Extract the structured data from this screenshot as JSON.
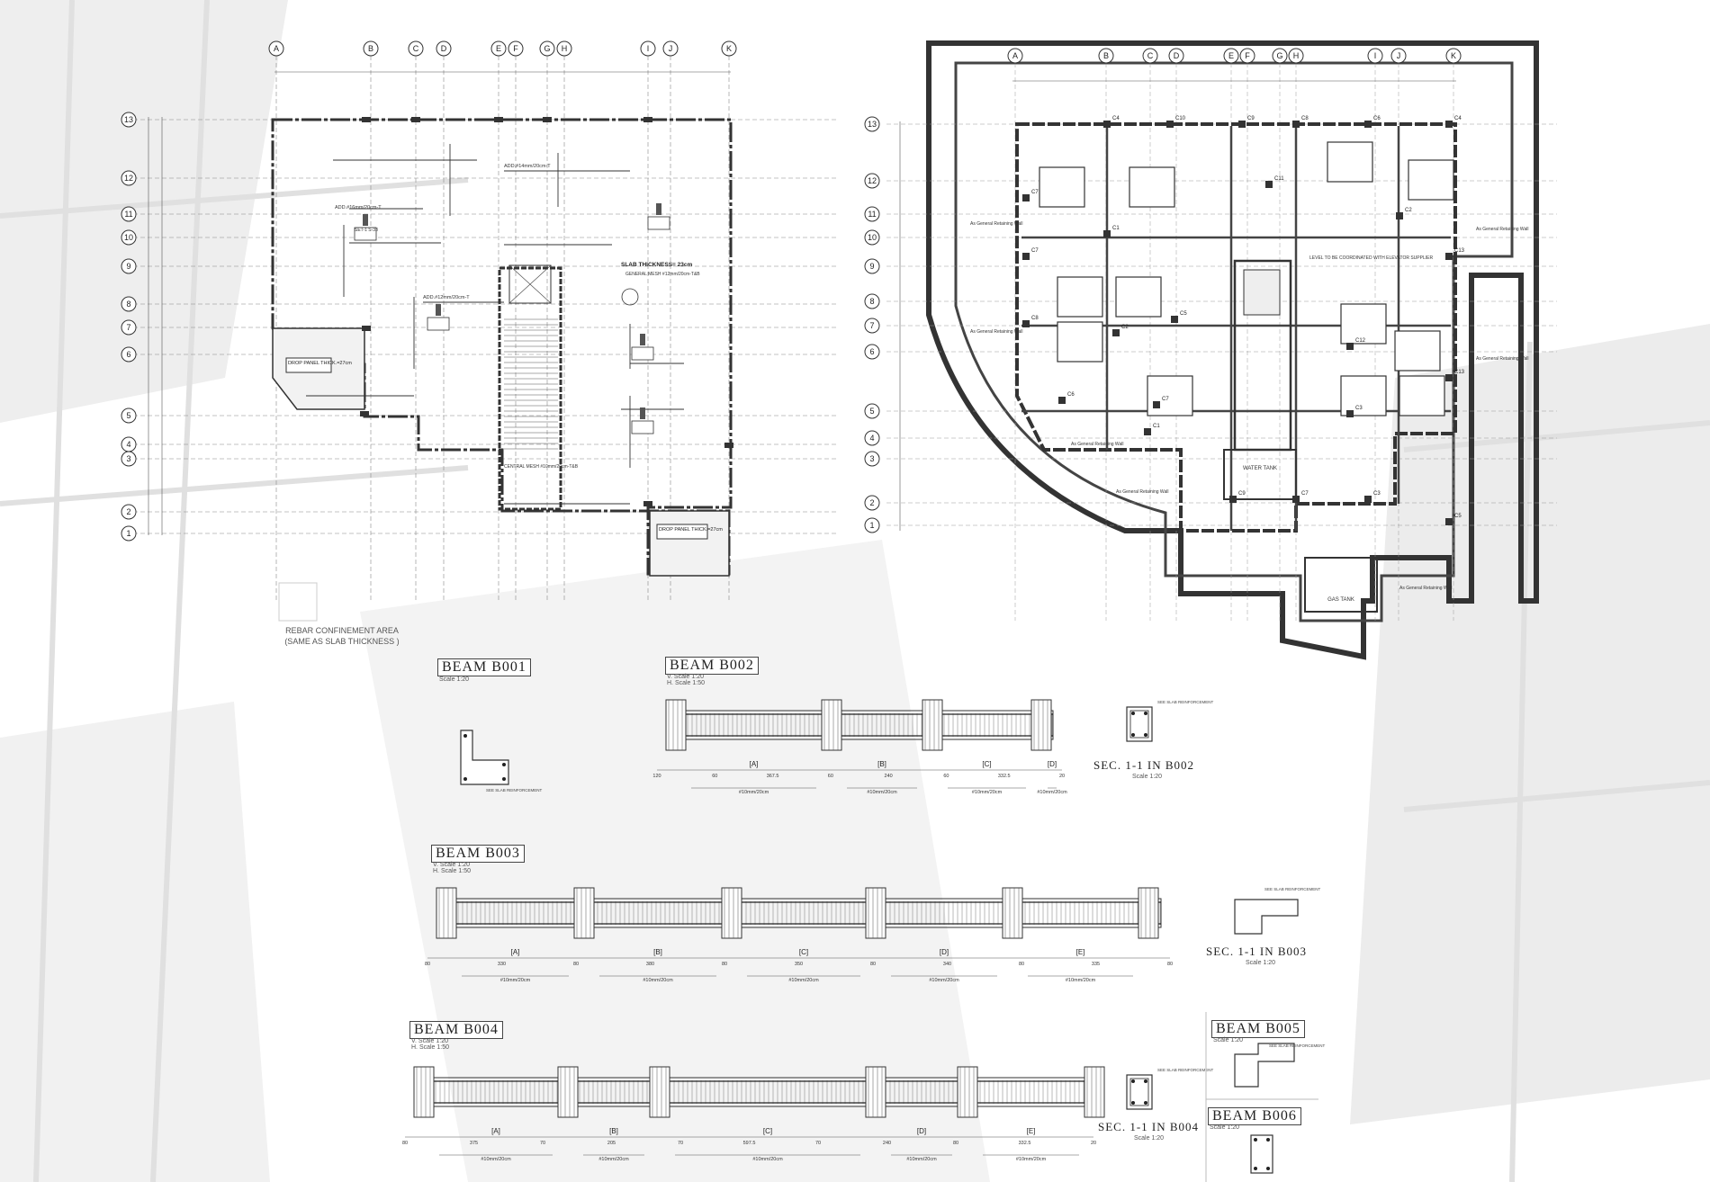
{
  "drawing": {
    "grid_columns": [
      "A",
      "B",
      "C",
      "D",
      "E",
      "F",
      "G",
      "H",
      "I",
      "J",
      "K"
    ],
    "grid_rows": [
      "13",
      "12",
      "11",
      "10",
      "9",
      "8",
      "7",
      "6",
      "5",
      "4",
      "3",
      "2",
      "1"
    ],
    "plan1": {
      "drop_panel_1": "DROP PANEL THICK.=27cm",
      "drop_panel_2": "DROP PANEL THICK.=27cm",
      "slab_thickness": "SLAB THICKNESS= 23cm",
      "general_mesh": "GENERAL MESH #12mm/20cm-T&B",
      "central_mesh": "CENTRAL MESH #10mm/20cm-T&B",
      "add_label_1": "ADD.#14mm/20cm-T",
      "add_label_2": "ADD.#16mm/20cm-T",
      "add_label_3": "ADD.#12mm/20cm-T",
      "set_label": "SET-1 S-33",
      "confinement_1": "REBAR CONFINEMENT AREA",
      "confinement_2": "(SAME AS SLAB THICKNESS )"
    },
    "plan2": {
      "retaining_wall": "As General Retaining Wall",
      "water_tank": "WATER TANK",
      "gas_tank": "GAS TANK",
      "elevator_note": "LEVEL TO BE COORDINATED WITH ELEVATOR SUPPLIER",
      "columns": [
        "C1",
        "C2",
        "C3",
        "C4",
        "C5",
        "C6",
        "C7",
        "C8",
        "C9",
        "C10",
        "C11",
        "C12",
        "C13"
      ]
    },
    "beams": {
      "b001": {
        "title": "BEAM B001",
        "scale": "Scale 1:20"
      },
      "b002": {
        "title": "BEAM B002",
        "scale_v": "V. Scale 1:20",
        "scale_h": "H. Scale 1:50",
        "spans": [
          "[A]",
          "[B]",
          "[C]",
          "[D]"
        ],
        "dims": [
          "120",
          "60",
          "367.5",
          "60",
          "240",
          "60",
          "332.5",
          "20"
        ],
        "stirrups": "#10mm/20cm",
        "sec_title": "SEC. 1-1 IN B002",
        "sec_scale": "Scale 1:20"
      },
      "b003": {
        "title": "BEAM B003",
        "scale_v": "V. Scale 1:20",
        "scale_h": "H. Scale 1:50",
        "spans": [
          "[A]",
          "[B]",
          "[C]",
          "[D]",
          "[E]"
        ],
        "dims": [
          "80",
          "330",
          "80",
          "380",
          "80",
          "350",
          "80",
          "340",
          "80",
          "335",
          "80"
        ],
        "stirrups": "#10mm/20cm",
        "sec_title": "SEC. 1-1 IN B003",
        "sec_scale": "Scale 1:20"
      },
      "b004": {
        "title": "BEAM B004",
        "scale_v": "V. Scale 1:20",
        "scale_h": "H. Scale 1:50",
        "spans": [
          "[A]",
          "[B]",
          "[C]",
          "[D]",
          "[E]"
        ],
        "dims": [
          "80",
          "375",
          "70",
          "205",
          "70",
          "597.5",
          "70",
          "240",
          "80",
          "332.5",
          "20"
        ],
        "stirrups": "#10mm/20cm",
        "sec_title": "SEC. 1-1 IN B004",
        "sec_scale": "Scale 1:20"
      },
      "b005": {
        "title": "BEAM B005",
        "scale": "Scale 1:20"
      },
      "b006": {
        "title": "BEAM B006",
        "scale": "Scale 1:20"
      },
      "slab_reinf": "SEE SLAB REINFORCEMENT"
    }
  }
}
